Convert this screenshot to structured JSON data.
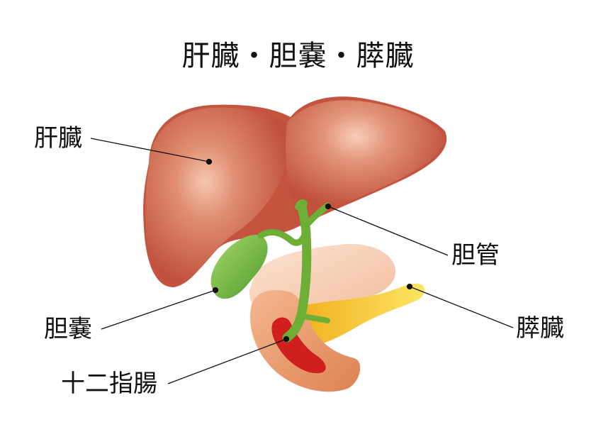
{
  "title": "肝臓・胆嚢・膵臓",
  "labels": {
    "liver": "肝臓",
    "bile_duct": "胆管",
    "gallbladder": "胆嚢",
    "pancreas": "膵臓",
    "duodenum": "十二指腸"
  },
  "colors": {
    "liver": "#c5543f",
    "liver_highlight": "#f6c2ad",
    "gallbladder": "#6bb33a",
    "bile_duct": "#7cbf3f",
    "pancreas": "#f5c51c",
    "duodenum": "#e89466",
    "duodenum_lumen": "#d01f1f"
  }
}
